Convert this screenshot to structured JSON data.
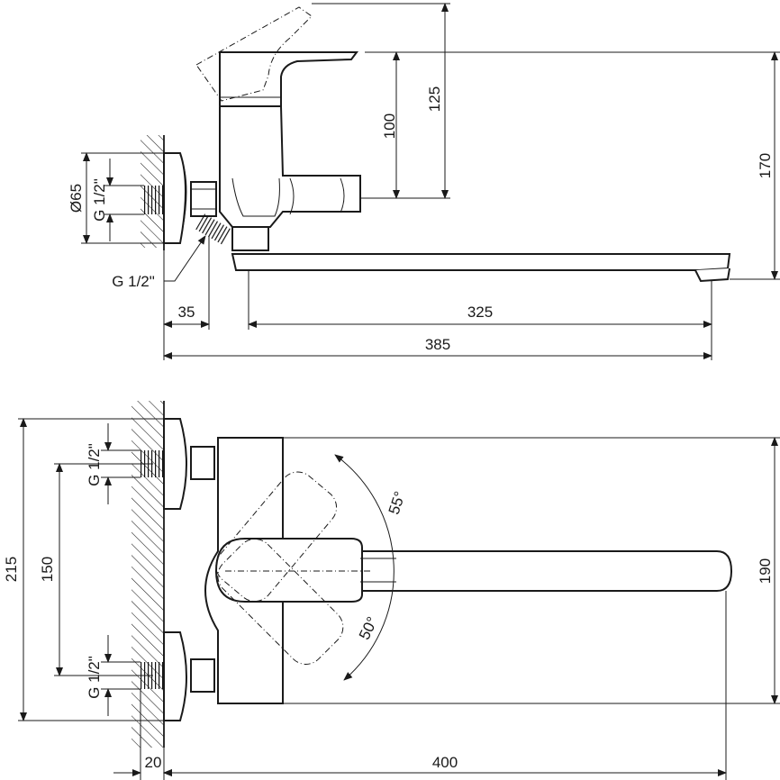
{
  "drawing": {
    "side_view": {
      "dimensions": {
        "d_outer": "Ø65",
        "g_left": "G 1/2\"",
        "g_lower": "G 1/2\"",
        "h100": "100",
        "h125": "125",
        "h170": "170",
        "w35": "35",
        "w325": "325",
        "w385": "385"
      }
    },
    "top_view": {
      "dimensions": {
        "g_upper": "G 1/2\"",
        "g_lower": "G 1/2\"",
        "h215": "215",
        "h150": "150",
        "h190": "190",
        "w20": "20",
        "w400": "400",
        "angle_up": "55°",
        "angle_down": "50°"
      }
    }
  }
}
